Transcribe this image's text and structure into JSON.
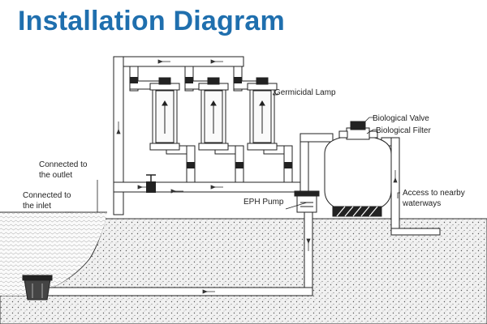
{
  "title": "Installation Diagram",
  "labels": {
    "germicidal_lamp": "Germicidal Lamp",
    "biological_valve": "Biological Valve",
    "biological_filter": "Biological Filter",
    "outlet_line1": "Connected to",
    "outlet_line2": "the outlet",
    "inlet_line1": "Connected to",
    "inlet_line2": "the inlet",
    "eph_pump": "EPH Pump",
    "access_line1": "Access to nearby",
    "access_line2": "waterways"
  },
  "colors": {
    "title": "#1f6fae",
    "line": "#222222",
    "ground_fill": "#ececec"
  }
}
